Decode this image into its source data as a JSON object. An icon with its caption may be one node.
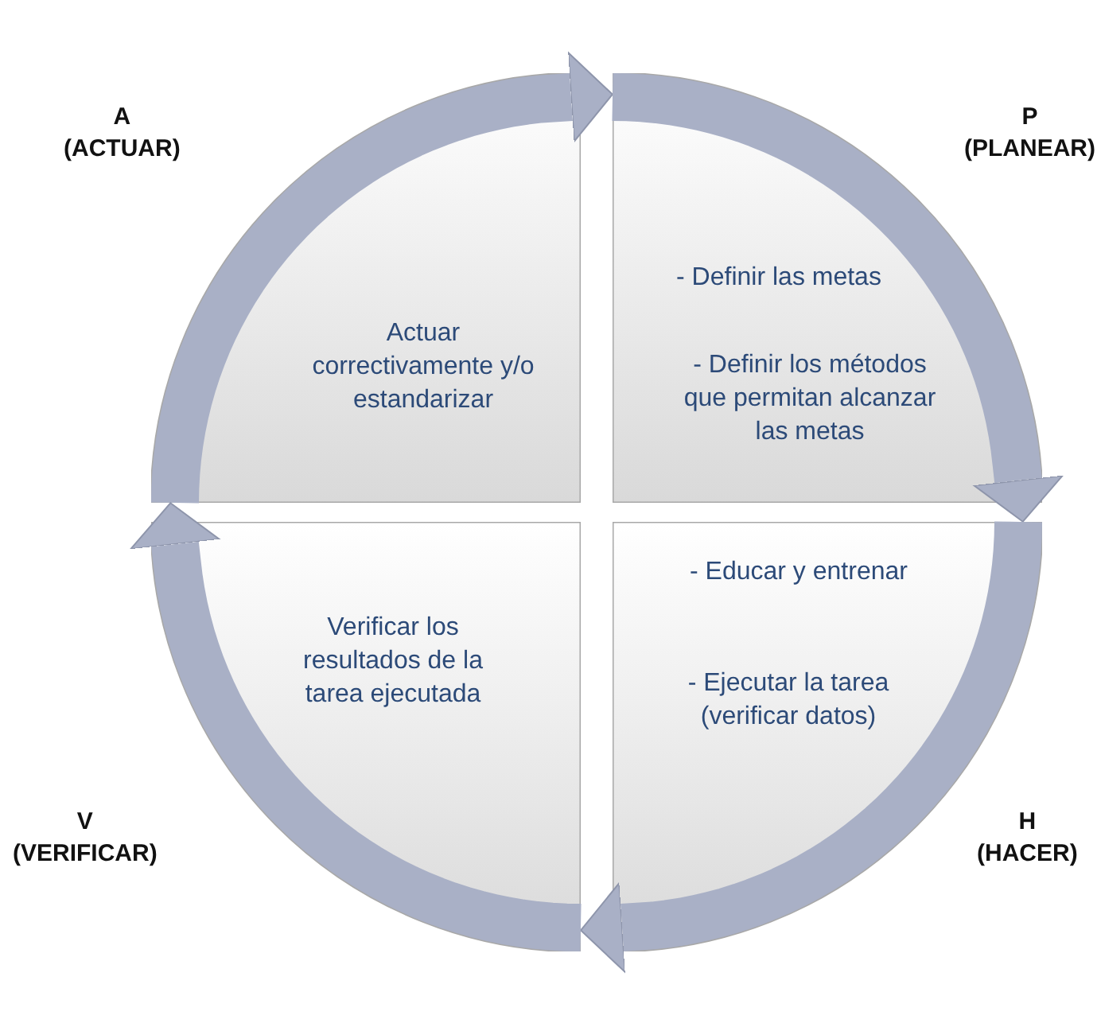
{
  "diagram": {
    "nodes": [
      {
        "text": [
          "Actuar correctivamente y/o estandarizar"
        ],
        "beside": [
          "A (ACTUAR)"
        ]
      },
      {
        "text": [
          "- Definir las metas",
          "- Definir los métodos que permitan alcanzar las metas"
        ],
        "beside": [
          "P (PLANEAR)"
        ]
      },
      {
        "text": [
          "Verificar los resultados de la tarea ejecutada"
        ],
        "beside": [
          "V (VERIFICAR)"
        ]
      },
      {
        "text": [
          "- Educar y entrenar",
          "- Ejecutar la tarea (verificar datos)"
        ],
        "beside": [
          "H (HACER)"
        ]
      }
    ],
    "edges": [
      {
        "from": 0,
        "to": 1,
        "arrow": "to"
      },
      {
        "from": 1,
        "to": 3,
        "arrow": "to"
      },
      {
        "from": 3,
        "to": 2,
        "arrow": "to"
      },
      {
        "from": 2,
        "to": 0,
        "arrow": "to"
      }
    ]
  }
}
